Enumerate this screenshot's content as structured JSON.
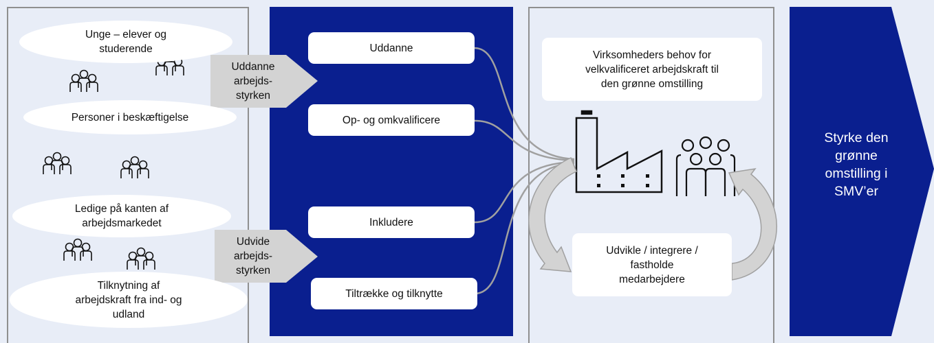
{
  "left_panel": {
    "groups": [
      {
        "label": "Unge – elever og\nstuderende"
      },
      {
        "label": "Personer i beskæftigelse"
      },
      {
        "label": "Ledige på kanten af\narbejdsmarkedet"
      },
      {
        "label": "Tilknytning af\narbejdskraft fra ind- og\nudland"
      }
    ]
  },
  "connectors": {
    "top": "Uddanne\narbejds-\nstyrken",
    "bottom": "Udvide\narbejds-\nstyrken"
  },
  "middle_panel": {
    "actions": [
      {
        "label": "Uddanne"
      },
      {
        "label": "Op- og omkvalificere"
      },
      {
        "label": "Inkludere"
      },
      {
        "label": "Tiltrække og tilknytte"
      }
    ]
  },
  "right_panel": {
    "needs": "Virksomheders behov for\nvelkvalificeret arbejdskraft til\nden grønne omstilling",
    "develop": "Udvikle / integrere /\nfastholde\nmedarbejdere"
  },
  "outcome": {
    "label": "Styrke den\ngrønne\nomstilling i\nSMV’er"
  },
  "colors": {
    "navy": "#0a1f8f",
    "background": "#e8edf7",
    "connector_gray": "#d3d3d3",
    "curve_gray": "#a0a0a0"
  },
  "icons": [
    "people-group-icon",
    "factory-icon",
    "people-group-large-icon",
    "cycle-arrow-icon"
  ]
}
